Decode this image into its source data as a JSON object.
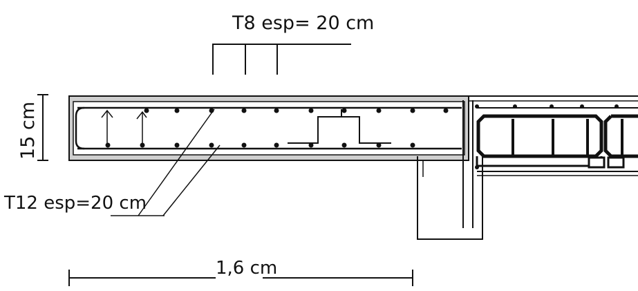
{
  "drawing": {
    "label_top_bars": "T8 esp= 20 cm",
    "label_bottom_bars": "T12 esp=20 cm",
    "label_thickness": "15 cm",
    "label_length": "1,6 cm"
  },
  "colors": {
    "line": "#111111",
    "slab_band": "#bfbfbf",
    "background": "#ffffff"
  }
}
